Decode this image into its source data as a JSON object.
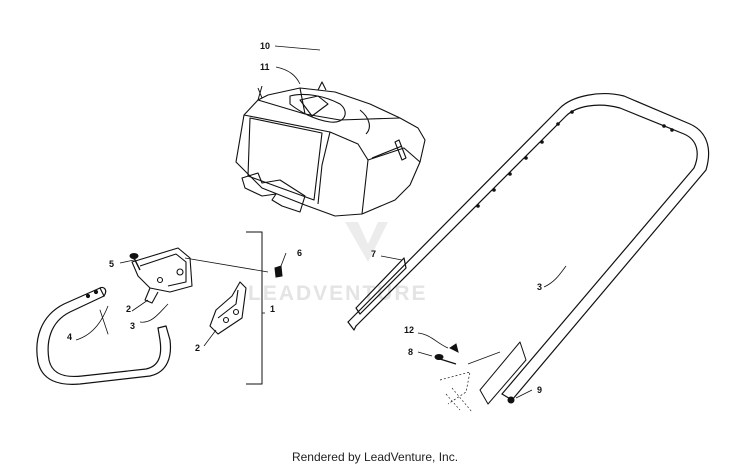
{
  "watermark": {
    "text": "LEADVENTURE"
  },
  "footer": {
    "text": "Rendered by LeadVenture, Inc."
  },
  "callouts": {
    "c1": "1",
    "c2a": "2",
    "c2b": "2",
    "c3a": "3",
    "c3b": "3",
    "c4": "4",
    "c5": "5",
    "c6": "6",
    "c7": "7",
    "c8": "8",
    "c9": "9",
    "c10": "10",
    "c11": "11",
    "c12": "12"
  },
  "colors": {
    "line": "#111111",
    "watermark": "#e4e4e4"
  }
}
